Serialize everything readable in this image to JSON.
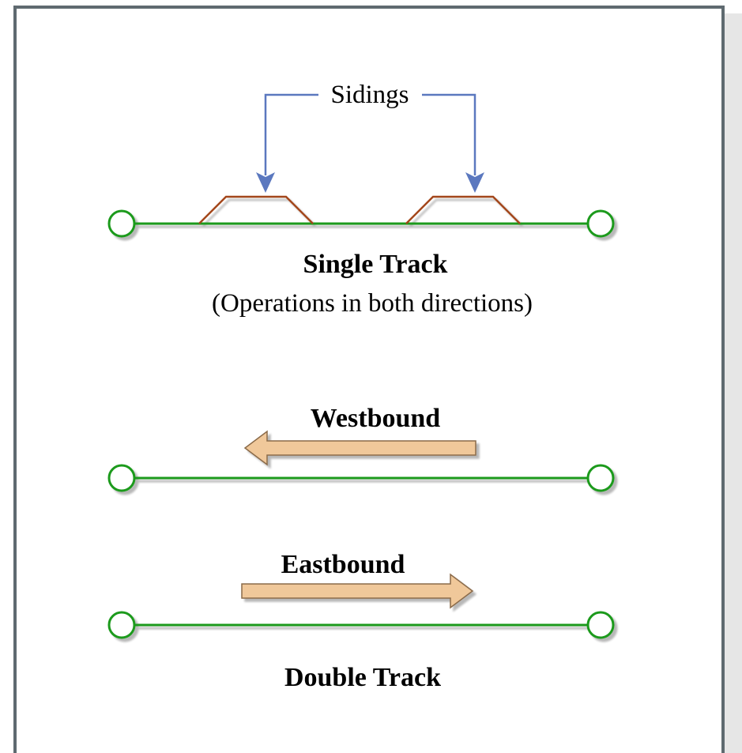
{
  "diagram": {
    "sidings_label": "Sidings",
    "single_track": {
      "title": "Single Track",
      "subtitle": "(Operations in both directions)"
    },
    "double_track": {
      "westbound_label": "Westbound",
      "eastbound_label": "Eastbound",
      "title": "Double Track"
    }
  },
  "colors": {
    "track": "#1a9a1a",
    "endpoint_stroke": "#1a9a1a",
    "siding": "#a3461c",
    "callout_arrow": "#5b78bf",
    "direction_arrow_fill": "#f0c89a",
    "direction_arrow_stroke": "#8a6a48",
    "frame_border": "#5f6a70"
  }
}
